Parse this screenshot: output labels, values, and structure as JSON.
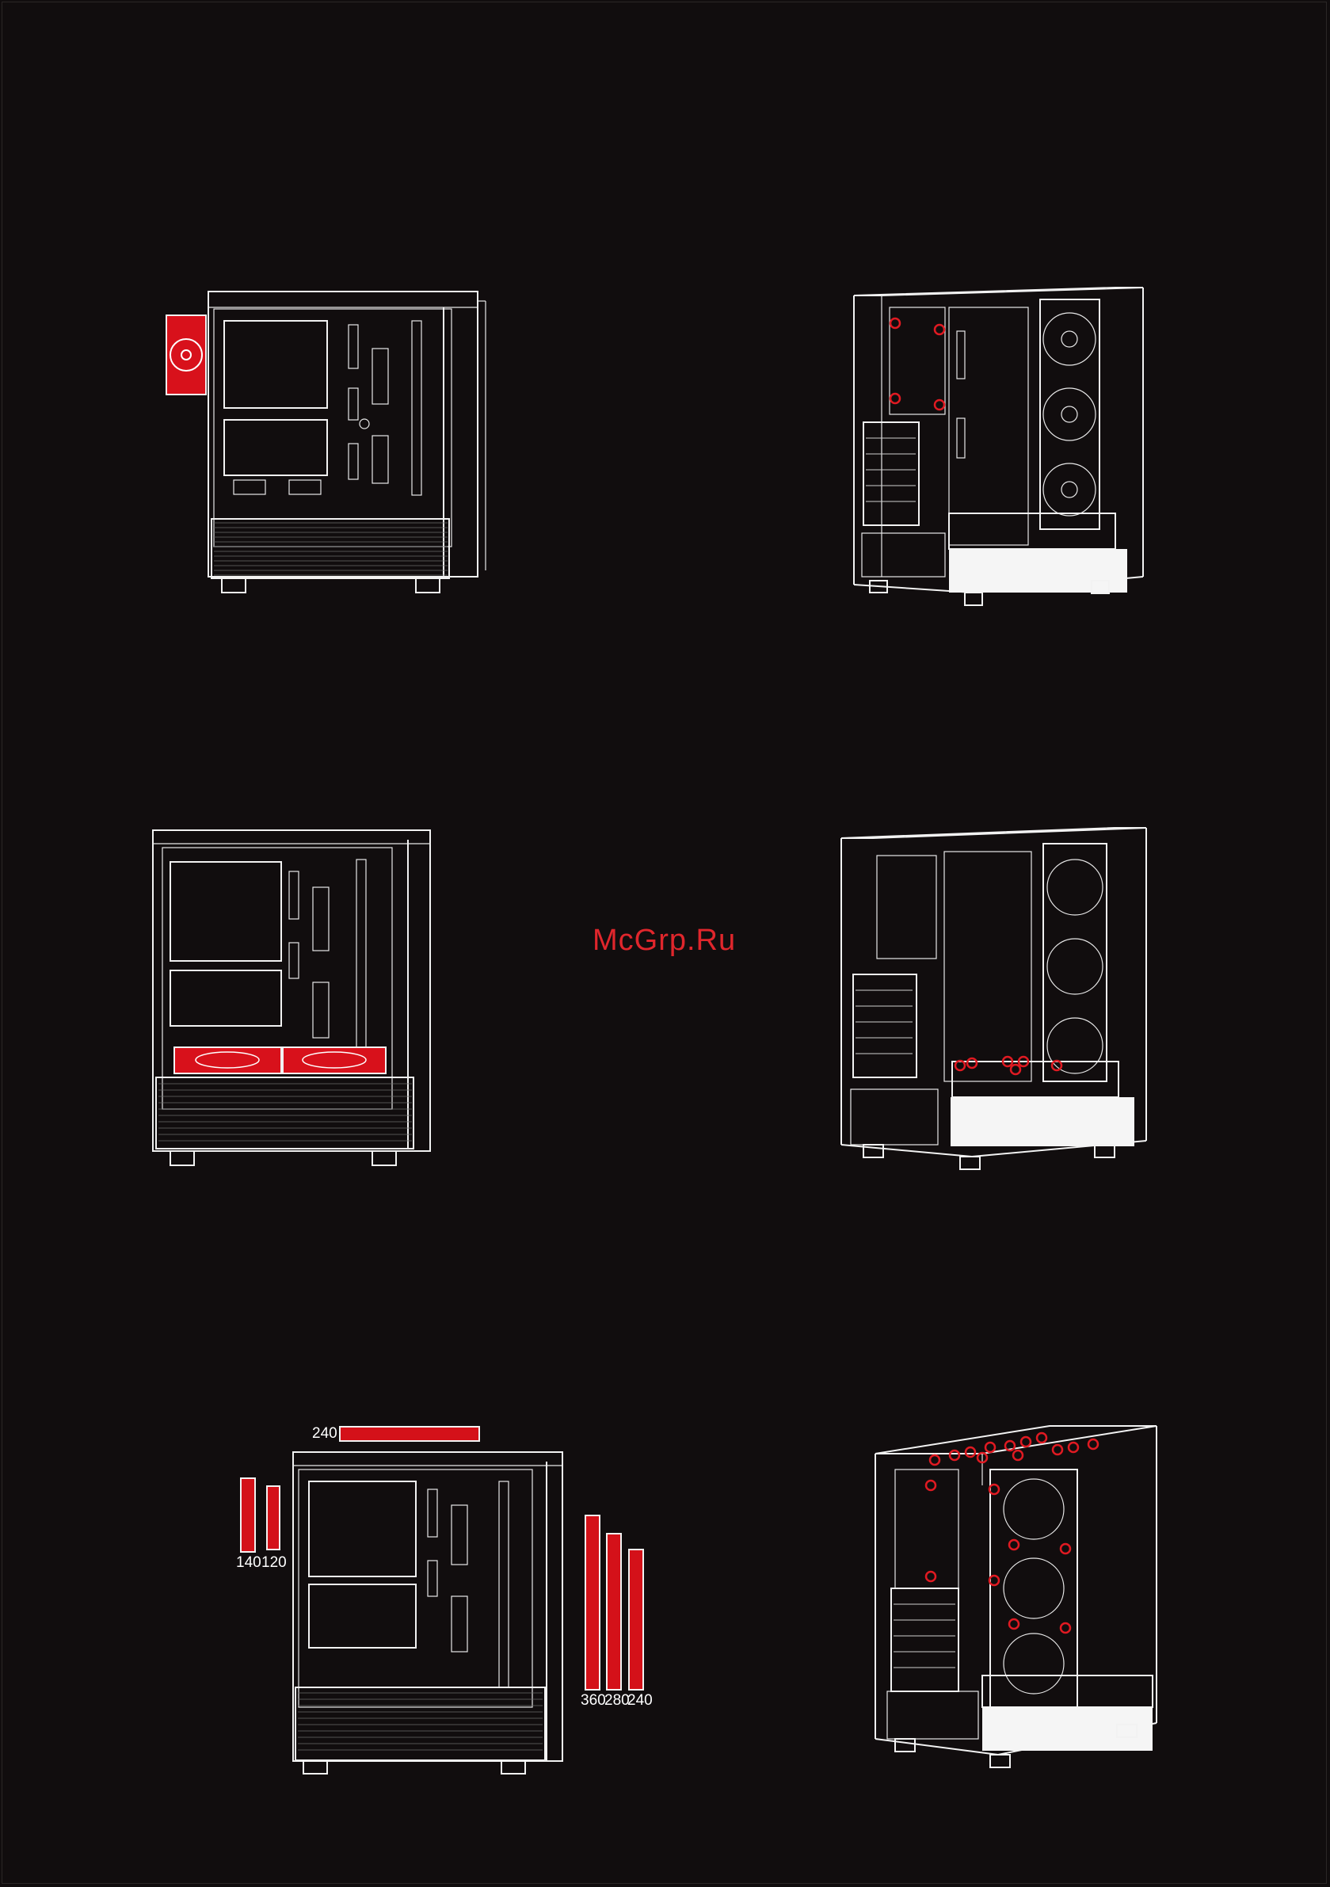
{
  "watermark": "McGrp.Ru",
  "radiator_labels": {
    "top": "240",
    "front_140": "140",
    "front_120": "120",
    "side_360": "360",
    "side_280": "280",
    "side_240": "240"
  },
  "colors": {
    "background": "#110d0e",
    "line": "#f2f2f2",
    "accent": "#d8111b"
  },
  "figures": [
    "side-view-rear-fan-highlight",
    "iso-view-rear-mount-points",
    "side-view-bottom-fans-highlight",
    "iso-view-bottom-mount-points",
    "side-view-radiator-sizes",
    "iso-view-top-front-mount-points"
  ]
}
